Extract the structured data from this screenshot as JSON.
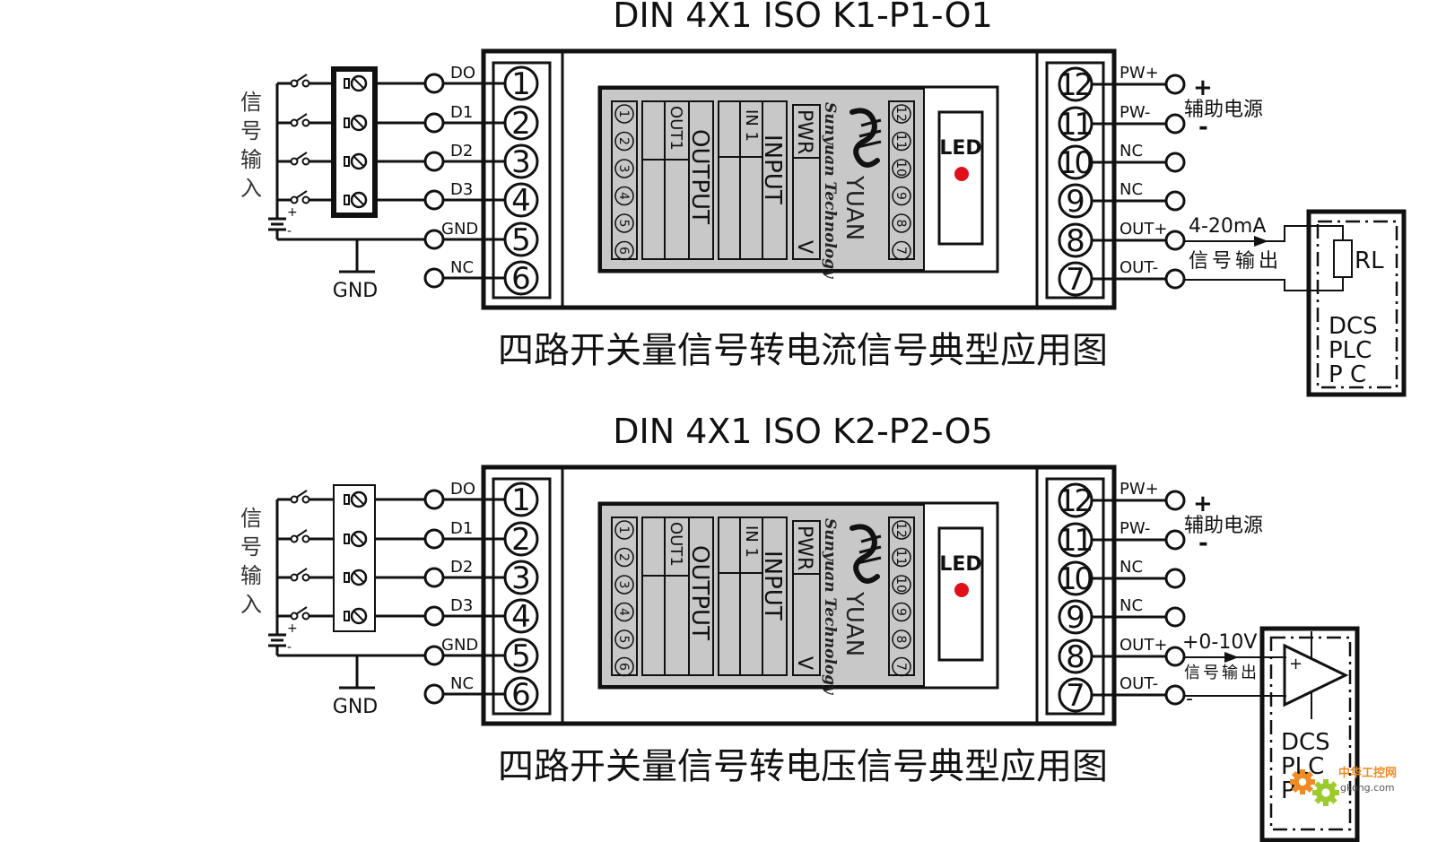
{
  "diagrams": [
    {
      "title": "DIN 4X1 ISO K1-P1-O1",
      "caption": "四路开关量信号转电流信号典型应用图",
      "input_label": [
        "信",
        "号",
        "输",
        "入"
      ],
      "left_pins": [
        {
          "num": "1",
          "label": "DO"
        },
        {
          "num": "2",
          "label": "D1"
        },
        {
          "num": "3",
          "label": "D2"
        },
        {
          "num": "4",
          "label": "D3"
        },
        {
          "num": "5",
          "label": "GND"
        },
        {
          "num": "6",
          "label": "NC"
        }
      ],
      "right_pins": [
        {
          "num": "12",
          "label": "PW+"
        },
        {
          "num": "11",
          "label": "PW-"
        },
        {
          "num": "10",
          "label": "NC"
        },
        {
          "num": "9",
          "label": "NC"
        },
        {
          "num": "8",
          "label": "OUT+"
        },
        {
          "num": "7",
          "label": "OUT-"
        }
      ],
      "ground_label": "GND",
      "battery_plus": "+",
      "battery_minus": "-",
      "power_label": "辅助电源",
      "power_plus": "+",
      "power_minus": "-",
      "signal_range": "4-20mA",
      "signal_output_label": "信号输出",
      "load_type": "resistor",
      "load_label": "RL",
      "receiver_lines": [
        "DCS",
        "PLC",
        "P   C"
      ],
      "panel": {
        "led_label": "LED",
        "brand_name": "YUAN",
        "brand_sub": "Sunyuan Technology",
        "pwr_label": "PWR",
        "pwr_unit": "V",
        "input_label": "INPUT",
        "in1_label": "IN 1",
        "output_label": "OUTPUT",
        "out1_label": "OUT1",
        "left_terms": [
          "1",
          "2",
          "3",
          "4",
          "5",
          "6"
        ],
        "right_terms": [
          "12",
          "11",
          "10",
          "9",
          "8",
          "7"
        ]
      }
    },
    {
      "title": "DIN 4X1 ISO K2-P2-O5",
      "caption": "四路开关量信号转电压信号典型应用图",
      "input_label": [
        "信",
        "号",
        "输",
        "入"
      ],
      "left_pins": [
        {
          "num": "1",
          "label": "DO"
        },
        {
          "num": "2",
          "label": "D1"
        },
        {
          "num": "3",
          "label": "D2"
        },
        {
          "num": "4",
          "label": "D3"
        },
        {
          "num": "5",
          "label": "GND"
        },
        {
          "num": "6",
          "label": "NC"
        }
      ],
      "right_pins": [
        {
          "num": "12",
          "label": "PW+"
        },
        {
          "num": "11",
          "label": "PW-"
        },
        {
          "num": "10",
          "label": "NC"
        },
        {
          "num": "9",
          "label": "NC"
        },
        {
          "num": "8",
          "label": "OUT+"
        },
        {
          "num": "7",
          "label": "OUT-"
        }
      ],
      "ground_label": "GND",
      "battery_plus": "+",
      "battery_minus": "-",
      "power_label": "辅助电源",
      "power_plus": "+",
      "power_minus": "-",
      "signal_range": "+0-10V",
      "signal_output_label": "信号输出",
      "signal_minus": "-",
      "load_type": "amplifier",
      "amp_plus": "+",
      "receiver_lines": [
        "DCS",
        "PLC",
        "P"
      ],
      "panel": {
        "led_label": "LED",
        "brand_name": "YUAN",
        "brand_sub": "Sunyuan Technology",
        "pwr_label": "PWR",
        "pwr_unit": "V",
        "input_label": "INPUT",
        "in1_label": "IN 1",
        "output_label": "OUTPUT",
        "out1_label": "OUT1",
        "left_terms": [
          "1",
          "2",
          "3",
          "4",
          "5",
          "6"
        ],
        "right_terms": [
          "12",
          "11",
          "10",
          "9",
          "8",
          "7"
        ]
      }
    }
  ],
  "colors": {
    "line": "#111111",
    "panel_fill": "#c8c8c8",
    "led_dot": "#e0101a",
    "watermark_orange": "#f08a24",
    "watermark_green": "#9ccc2c"
  },
  "watermark": {
    "text": "中华工控网",
    "url_text": "gkong.com"
  }
}
